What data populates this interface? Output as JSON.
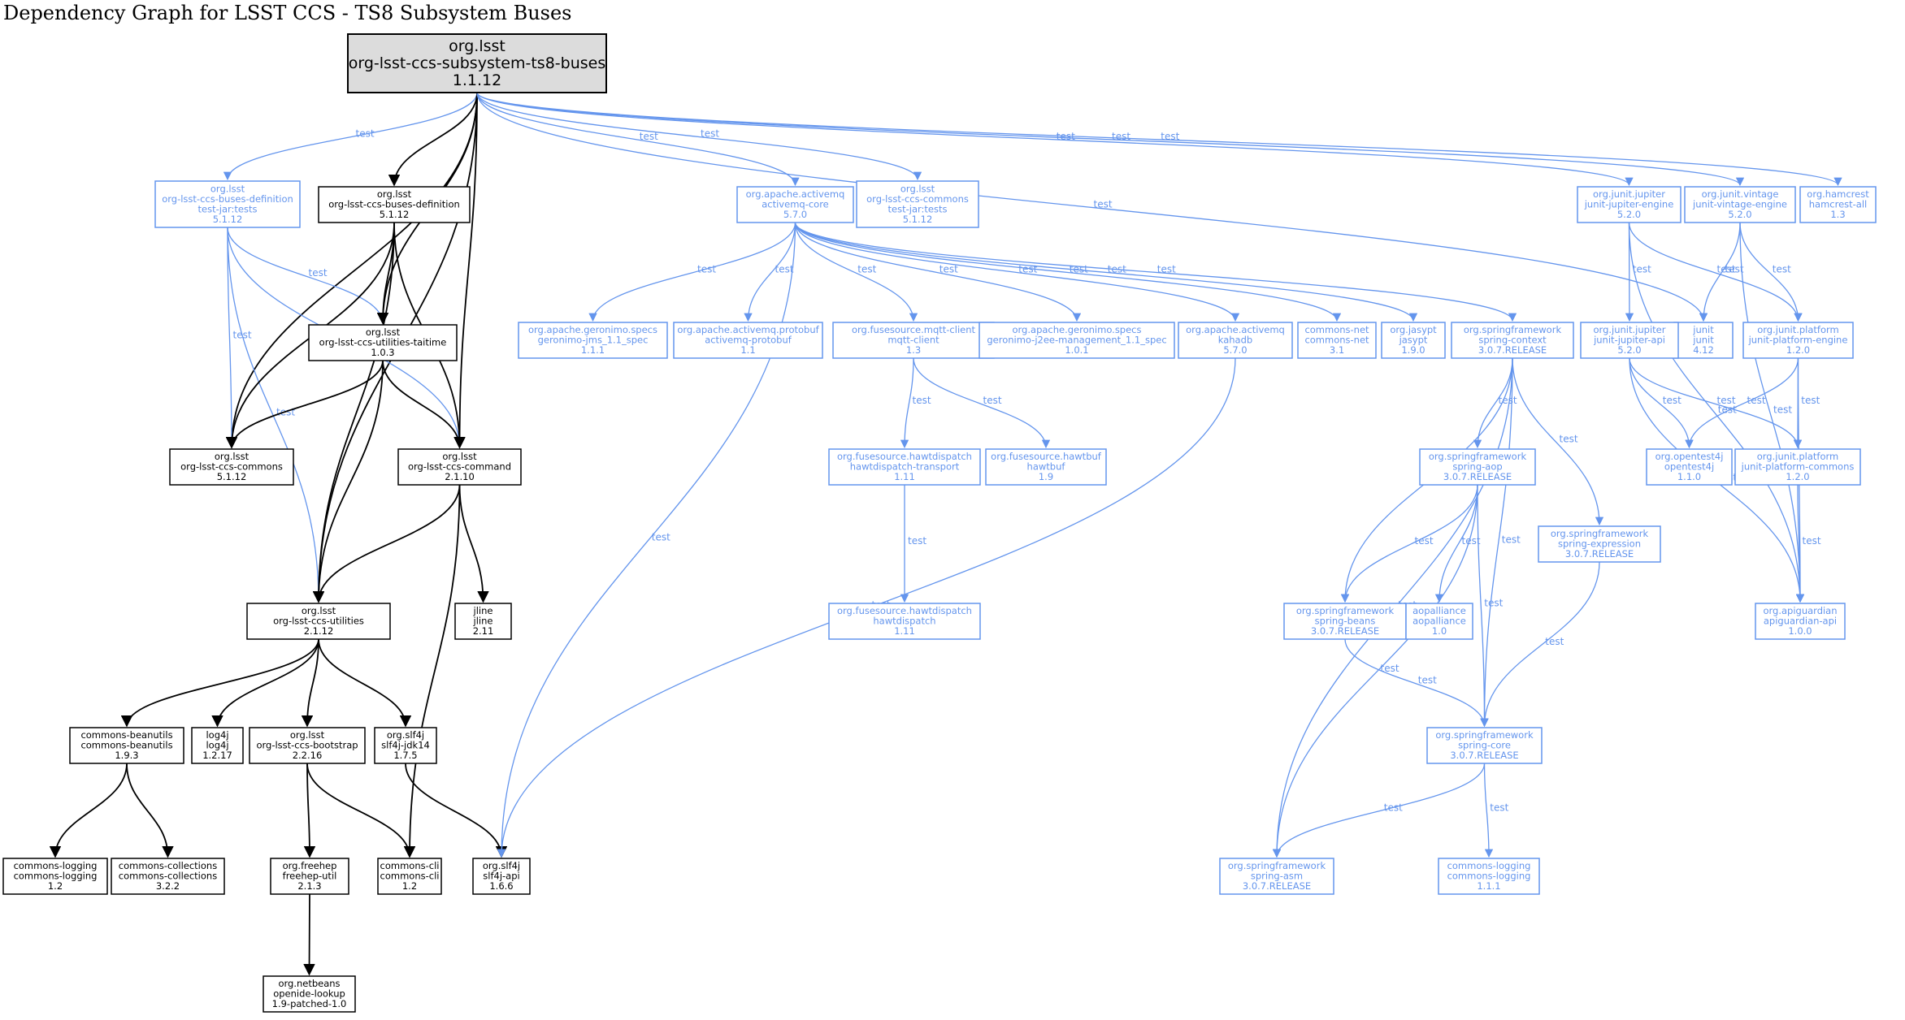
{
  "title": "Dependency Graph for LSST CCS - TS8 Subsystem Buses",
  "colors": {
    "compile": "#000000",
    "test": "#6495ed",
    "root_fill": "#dcdcdc"
  },
  "nodes": [
    {
      "id": "root",
      "lines": [
        "org.lsst",
        "org-lsst-ccs-subsystem-ts8-buses",
        "1.1.12"
      ],
      "kind": "root"
    },
    {
      "id": "busdef_tests",
      "lines": [
        "org.lsst",
        "org-lsst-ccs-buses-definition",
        "test-jar:tests",
        "5.1.12"
      ],
      "kind": "test"
    },
    {
      "id": "busdef",
      "lines": [
        "org.lsst",
        "org-lsst-ccs-buses-definition",
        "5.1.12"
      ],
      "kind": "compile"
    },
    {
      "id": "activemq_core",
      "lines": [
        "org.apache.activemq",
        "activemq-core",
        "5.7.0"
      ],
      "kind": "test"
    },
    {
      "id": "commons_tests",
      "lines": [
        "org.lsst",
        "org-lsst-ccs-commons",
        "test-jar:tests",
        "5.1.12"
      ],
      "kind": "test"
    },
    {
      "id": "jupiter_engine",
      "lines": [
        "org.junit.jupiter",
        "junit-jupiter-engine",
        "5.2.0"
      ],
      "kind": "test"
    },
    {
      "id": "vintage_engine",
      "lines": [
        "org.junit.vintage",
        "junit-vintage-engine",
        "5.2.0"
      ],
      "kind": "test"
    },
    {
      "id": "hamcrest",
      "lines": [
        "org.hamcrest",
        "hamcrest-all",
        "1.3"
      ],
      "kind": "test"
    },
    {
      "id": "taitime",
      "lines": [
        "org.lsst",
        "org-lsst-ccs-utilities-taitime",
        "1.0.3"
      ],
      "kind": "compile"
    },
    {
      "id": "jms",
      "lines": [
        "org.apache.geronimo.specs",
        "geronimo-jms_1.1_spec",
        "1.1.1"
      ],
      "kind": "test"
    },
    {
      "id": "amq_protobuf",
      "lines": [
        "org.apache.activemq.protobuf",
        "activemq-protobuf",
        "1.1"
      ],
      "kind": "test"
    },
    {
      "id": "mqtt",
      "lines": [
        "org.fusesource.mqtt-client",
        "mqtt-client",
        "1.3"
      ],
      "kind": "test"
    },
    {
      "id": "j2ee",
      "lines": [
        "org.apache.geronimo.specs",
        "geronimo-j2ee-management_1.1_spec",
        "1.0.1"
      ],
      "kind": "test"
    },
    {
      "id": "kahadb",
      "lines": [
        "org.apache.activemq",
        "kahadb",
        "5.7.0"
      ],
      "kind": "test"
    },
    {
      "id": "commons_net",
      "lines": [
        "commons-net",
        "commons-net",
        "3.1"
      ],
      "kind": "test"
    },
    {
      "id": "jasypt",
      "lines": [
        "org.jasypt",
        "jasypt",
        "1.9.0"
      ],
      "kind": "test"
    },
    {
      "id": "spring_context",
      "lines": [
        "org.springframework",
        "spring-context",
        "3.0.7.RELEASE"
      ],
      "kind": "test"
    },
    {
      "id": "junit",
      "lines": [
        "junit",
        "junit",
        "4.12"
      ],
      "kind": "test"
    },
    {
      "id": "jupiter_api",
      "lines": [
        "org.junit.jupiter",
        "junit-jupiter-api",
        "5.2.0"
      ],
      "kind": "test"
    },
    {
      "id": "platform_engine",
      "lines": [
        "org.junit.platform",
        "junit-platform-engine",
        "1.2.0"
      ],
      "kind": "test"
    },
    {
      "id": "ccs_commons",
      "lines": [
        "org.lsst",
        "org-lsst-ccs-commons",
        "5.1.12"
      ],
      "kind": "compile"
    },
    {
      "id": "ccs_command",
      "lines": [
        "org.lsst",
        "org-lsst-ccs-command",
        "2.1.10"
      ],
      "kind": "compile"
    },
    {
      "id": "hd_transport",
      "lines": [
        "org.fusesource.hawtdispatch",
        "hawtdispatch-transport",
        "1.11"
      ],
      "kind": "test"
    },
    {
      "id": "hawtbuf",
      "lines": [
        "org.fusesource.hawtbuf",
        "hawtbuf",
        "1.9"
      ],
      "kind": "test"
    },
    {
      "id": "spring_aop",
      "lines": [
        "org.springframework",
        "spring-aop",
        "3.0.7.RELEASE"
      ],
      "kind": "test"
    },
    {
      "id": "opentest4j",
      "lines": [
        "org.opentest4j",
        "opentest4j",
        "1.1.0"
      ],
      "kind": "test"
    },
    {
      "id": "platform_commons",
      "lines": [
        "org.junit.platform",
        "junit-platform-commons",
        "1.2.0"
      ],
      "kind": "test"
    },
    {
      "id": "spring_expression",
      "lines": [
        "org.springframework",
        "spring-expression",
        "3.0.7.RELEASE"
      ],
      "kind": "test"
    },
    {
      "id": "ccs_utilities",
      "lines": [
        "org.lsst",
        "org-lsst-ccs-utilities",
        "2.1.12"
      ],
      "kind": "compile"
    },
    {
      "id": "jline",
      "lines": [
        "jline",
        "jline",
        "2.11"
      ],
      "kind": "compile"
    },
    {
      "id": "hawtdispatch",
      "lines": [
        "org.fusesource.hawtdispatch",
        "hawtdispatch",
        "1.11"
      ],
      "kind": "test"
    },
    {
      "id": "spring_beans",
      "lines": [
        "org.springframework",
        "spring-beans",
        "3.0.7.RELEASE"
      ],
      "kind": "test"
    },
    {
      "id": "aopalliance",
      "lines": [
        "aopalliance",
        "aopalliance",
        "1.0"
      ],
      "kind": "test"
    },
    {
      "id": "apiguardian",
      "lines": [
        "org.apiguardian",
        "apiguardian-api",
        "1.0.0"
      ],
      "kind": "test"
    },
    {
      "id": "beanutils",
      "lines": [
        "commons-beanutils",
        "commons-beanutils",
        "1.9.3"
      ],
      "kind": "compile"
    },
    {
      "id": "log4j",
      "lines": [
        "log4j",
        "log4j",
        "1.2.17"
      ],
      "kind": "compile"
    },
    {
      "id": "bootstrap",
      "lines": [
        "org.lsst",
        "org-lsst-ccs-bootstrap",
        "2.2.16"
      ],
      "kind": "compile"
    },
    {
      "id": "slf4j_jdk14",
      "lines": [
        "org.slf4j",
        "slf4j-jdk14",
        "1.7.5"
      ],
      "kind": "compile"
    },
    {
      "id": "spring_core",
      "lines": [
        "org.springframework",
        "spring-core",
        "3.0.7.RELEASE"
      ],
      "kind": "test"
    },
    {
      "id": "commons_logging_12",
      "lines": [
        "commons-logging",
        "commons-logging",
        "1.2"
      ],
      "kind": "compile"
    },
    {
      "id": "commons_collections",
      "lines": [
        "commons-collections",
        "commons-collections",
        "3.2.2"
      ],
      "kind": "compile"
    },
    {
      "id": "freehep",
      "lines": [
        "org.freehep",
        "freehep-util",
        "2.1.3"
      ],
      "kind": "compile"
    },
    {
      "id": "commons_cli",
      "lines": [
        "commons-cli",
        "commons-cli",
        "1.2"
      ],
      "kind": "compile"
    },
    {
      "id": "slf4j_api",
      "lines": [
        "org.slf4j",
        "slf4j-api",
        "1.6.6"
      ],
      "kind": "compile"
    },
    {
      "id": "spring_asm",
      "lines": [
        "org.springframework",
        "spring-asm",
        "3.0.7.RELEASE"
      ],
      "kind": "test"
    },
    {
      "id": "commons_logging_111",
      "lines": [
        "commons-logging",
        "commons-logging",
        "1.1.1"
      ],
      "kind": "test"
    },
    {
      "id": "openide",
      "lines": [
        "org.netbeans",
        "openide-lookup",
        "1.9-patched-1.0"
      ],
      "kind": "compile"
    }
  ],
  "edges": [
    {
      "from": "root",
      "to": "busdef_tests",
      "label": "test"
    },
    {
      "from": "root",
      "to": "busdef",
      "label": ""
    },
    {
      "from": "root",
      "to": "taitime",
      "label": ""
    },
    {
      "from": "root",
      "to": "ccs_commons",
      "label": ""
    },
    {
      "from": "root",
      "to": "ccs_command",
      "label": ""
    },
    {
      "from": "root",
      "to": "ccs_utilities",
      "label": ""
    },
    {
      "from": "root",
      "to": "activemq_core",
      "label": "test"
    },
    {
      "from": "root",
      "to": "commons_tests",
      "label": "test"
    },
    {
      "from": "root",
      "to": "junit",
      "label": "test"
    },
    {
      "from": "root",
      "to": "jupiter_engine",
      "label": "test"
    },
    {
      "from": "root",
      "to": "vintage_engine",
      "label": "test"
    },
    {
      "from": "root",
      "to": "hamcrest",
      "label": "test"
    },
    {
      "from": "busdef_tests",
      "to": "taitime",
      "label": "test"
    },
    {
      "from": "busdef_tests",
      "to": "ccs_commons",
      "label": "test"
    },
    {
      "from": "busdef_tests",
      "to": "ccs_command",
      "label": "test"
    },
    {
      "from": "busdef_tests",
      "to": "ccs_utilities",
      "label": "test"
    },
    {
      "from": "busdef",
      "to": "taitime",
      "label": ""
    },
    {
      "from": "busdef",
      "to": "ccs_commons",
      "label": ""
    },
    {
      "from": "busdef",
      "to": "ccs_command",
      "label": ""
    },
    {
      "from": "busdef",
      "to": "ccs_utilities",
      "label": ""
    },
    {
      "from": "taitime",
      "to": "ccs_commons",
      "label": ""
    },
    {
      "from": "taitime",
      "to": "ccs_command",
      "label": ""
    },
    {
      "from": "taitime",
      "to": "ccs_utilities",
      "label": ""
    },
    {
      "from": "ccs_command",
      "to": "ccs_utilities",
      "label": ""
    },
    {
      "from": "ccs_command",
      "to": "jline",
      "label": ""
    },
    {
      "from": "ccs_command",
      "to": "commons_cli",
      "label": ""
    },
    {
      "from": "ccs_utilities",
      "to": "beanutils",
      "label": ""
    },
    {
      "from": "ccs_utilities",
      "to": "log4j",
      "label": ""
    },
    {
      "from": "ccs_utilities",
      "to": "bootstrap",
      "label": ""
    },
    {
      "from": "ccs_utilities",
      "to": "slf4j_jdk14",
      "label": ""
    },
    {
      "from": "beanutils",
      "to": "commons_logging_12",
      "label": ""
    },
    {
      "from": "beanutils",
      "to": "commons_collections",
      "label": ""
    },
    {
      "from": "bootstrap",
      "to": "freehep",
      "label": ""
    },
    {
      "from": "bootstrap",
      "to": "commons_cli",
      "label": ""
    },
    {
      "from": "slf4j_jdk14",
      "to": "slf4j_api",
      "label": ""
    },
    {
      "from": "freehep",
      "to": "openide",
      "label": ""
    },
    {
      "from": "activemq_core",
      "to": "jms",
      "label": "test"
    },
    {
      "from": "activemq_core",
      "to": "amq_protobuf",
      "label": "test"
    },
    {
      "from": "activemq_core",
      "to": "mqtt",
      "label": "test"
    },
    {
      "from": "activemq_core",
      "to": "j2ee",
      "label": "test"
    },
    {
      "from": "activemq_core",
      "to": "kahadb",
      "label": "test"
    },
    {
      "from": "activemq_core",
      "to": "commons_net",
      "label": "test"
    },
    {
      "from": "activemq_core",
      "to": "jasypt",
      "label": "test"
    },
    {
      "from": "activemq_core",
      "to": "spring_context",
      "label": "test"
    },
    {
      "from": "activemq_core",
      "to": "slf4j_api",
      "label": "test"
    },
    {
      "from": "mqtt",
      "to": "hd_transport",
      "label": "test"
    },
    {
      "from": "mqtt",
      "to": "hawtbuf",
      "label": "test"
    },
    {
      "from": "hd_transport",
      "to": "hawtdispatch",
      "label": "test"
    },
    {
      "from": "kahadb",
      "to": "slf4j_api",
      "label": "test"
    },
    {
      "from": "spring_context",
      "to": "spring_aop",
      "label": "test"
    },
    {
      "from": "spring_context",
      "to": "spring_beans",
      "label": "test"
    },
    {
      "from": "spring_context",
      "to": "spring_core",
      "label": "test"
    },
    {
      "from": "spring_context",
      "to": "spring_expression",
      "label": "test"
    },
    {
      "from": "spring_context",
      "to": "spring_asm",
      "label": "test"
    },
    {
      "from": "spring_aop",
      "to": "spring_beans",
      "label": "test"
    },
    {
      "from": "spring_aop",
      "to": "aopalliance",
      "label": "test"
    },
    {
      "from": "spring_aop",
      "to": "spring_core",
      "label": "test"
    },
    {
      "from": "spring_aop",
      "to": "spring_asm",
      "label": "test"
    },
    {
      "from": "spring_beans",
      "to": "spring_core",
      "label": "test"
    },
    {
      "from": "spring_expression",
      "to": "spring_core",
      "label": "test"
    },
    {
      "from": "spring_core",
      "to": "spring_asm",
      "label": "test"
    },
    {
      "from": "spring_core",
      "to": "commons_logging_111",
      "label": "test"
    },
    {
      "from": "jupiter_engine",
      "to": "jupiter_api",
      "label": "test"
    },
    {
      "from": "jupiter_engine",
      "to": "platform_engine",
      "label": "test"
    },
    {
      "from": "jupiter_engine",
      "to": "apiguardian",
      "label": "test"
    },
    {
      "from": "vintage_engine",
      "to": "junit",
      "label": "test"
    },
    {
      "from": "vintage_engine",
      "to": "platform_engine",
      "label": "test"
    },
    {
      "from": "vintage_engine",
      "to": "apiguardian",
      "label": "test"
    },
    {
      "from": "jupiter_api",
      "to": "opentest4j",
      "label": "test"
    },
    {
      "from": "jupiter_api",
      "to": "platform_commons",
      "label": "test"
    },
    {
      "from": "jupiter_api",
      "to": "apiguardian",
      "label": "test"
    },
    {
      "from": "platform_engine",
      "to": "opentest4j",
      "label": "test"
    },
    {
      "from": "platform_engine",
      "to": "platform_commons",
      "label": "test"
    },
    {
      "from": "platform_engine",
      "to": "apiguardian",
      "label": "test"
    },
    {
      "from": "platform_commons",
      "to": "apiguardian",
      "label": "test"
    }
  ]
}
